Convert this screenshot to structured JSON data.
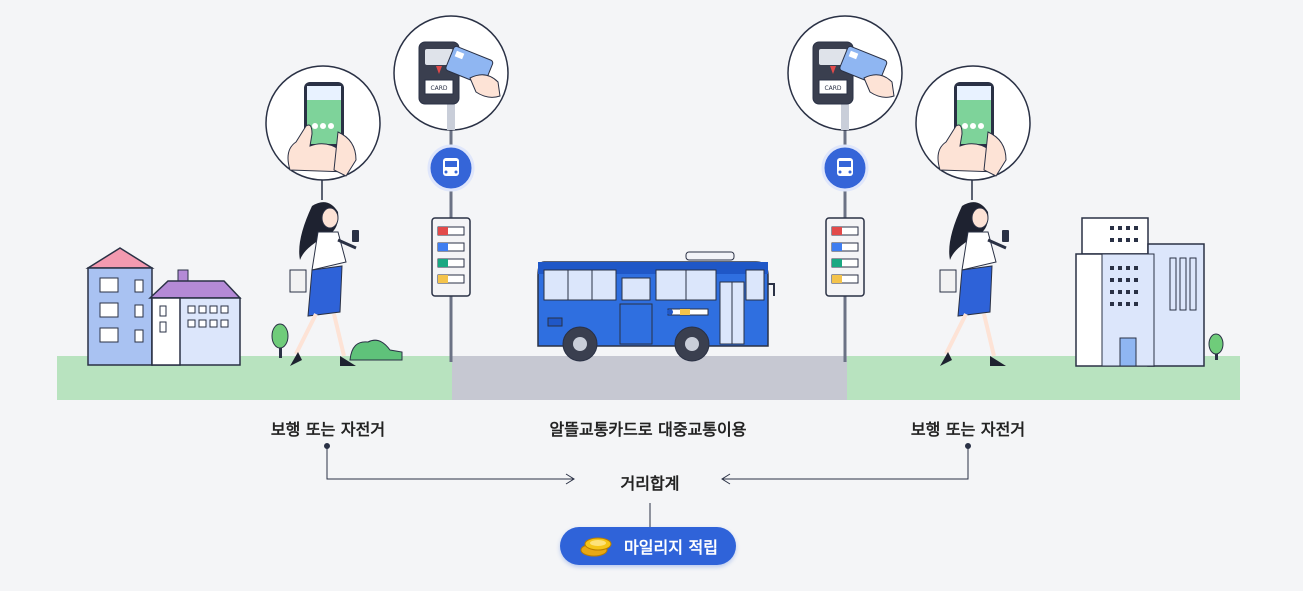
{
  "labels": {
    "left_segment": "보행 또는 자전거",
    "center_segment": "알뜰교통카드로 대중교통이용",
    "right_segment": "보행 또는 자전거",
    "total": "거리합계"
  },
  "badge": {
    "text": "마일리지 적립",
    "icon": "coins-icon"
  },
  "card_reader_text": "CARD",
  "colors": {
    "background": "#f4f5f7",
    "grass": "#b8e3bf",
    "road": "#c6c8d2",
    "bus_blue": "#2f6fe0",
    "badge_blue": "#2f63d9",
    "coin_gold": "#f5c518"
  }
}
